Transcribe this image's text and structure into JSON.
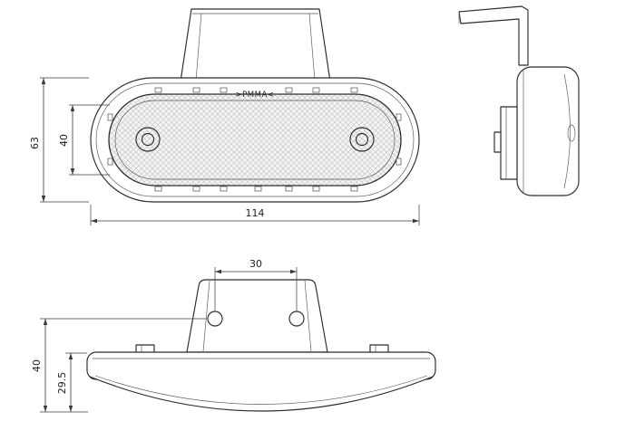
{
  "drawing": {
    "front": {
      "material_label": ">PMMA<",
      "dim_total_height": "63",
      "dim_lens_height": "40",
      "dim_width": "114"
    },
    "bottom": {
      "dim_hole_spacing": "30",
      "dim_total_height": "40",
      "dim_body_height": "29.5"
    },
    "colors": {
      "line": "#2b2b2b",
      "dimension_line": "#3a3a3a",
      "hatch": "#c8c8c8",
      "background": "#ffffff"
    }
  }
}
